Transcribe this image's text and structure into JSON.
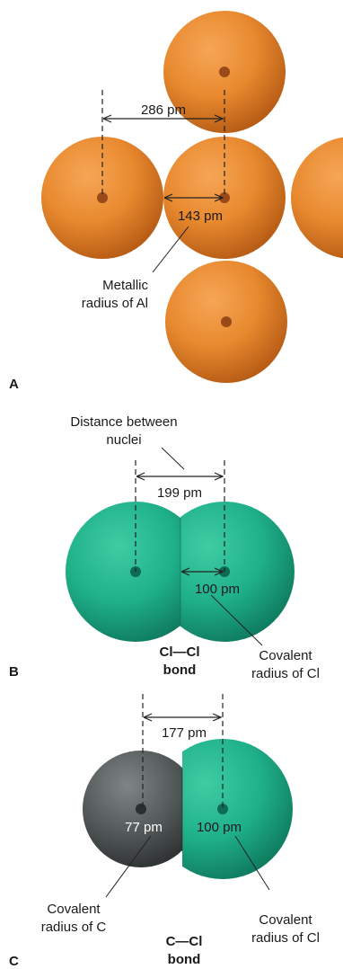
{
  "panel_a": {
    "letter": "A",
    "distance_label": "286 pm",
    "radius_label": "143 pm",
    "caption_line1": "Metallic",
    "caption_line2": "radius of Al"
  },
  "panel_b": {
    "letter": "B",
    "heading_line1": "Distance between",
    "heading_line2": "nuclei",
    "distance_label": "199 pm",
    "radius_label": "100 pm",
    "caption_line1": "Covalent",
    "caption_line2": "radius of Cl",
    "bond_line1": "Cl—Cl",
    "bond_line2": "bond"
  },
  "panel_c": {
    "letter": "C",
    "distance_label": "177 pm",
    "c_radius_label": "77 pm",
    "cl_radius_label": "100 pm",
    "c_caption_line1": "Covalent",
    "c_caption_line2": "radius of C",
    "cl_caption_line1": "Covalent",
    "cl_caption_line2": "radius of Cl",
    "bond_line1": "C—Cl",
    "bond_line2": "bond"
  },
  "colors": {
    "aluminum": "#e8892e",
    "chlorine": "#1fb08a",
    "carbon": "#555a5a"
  }
}
